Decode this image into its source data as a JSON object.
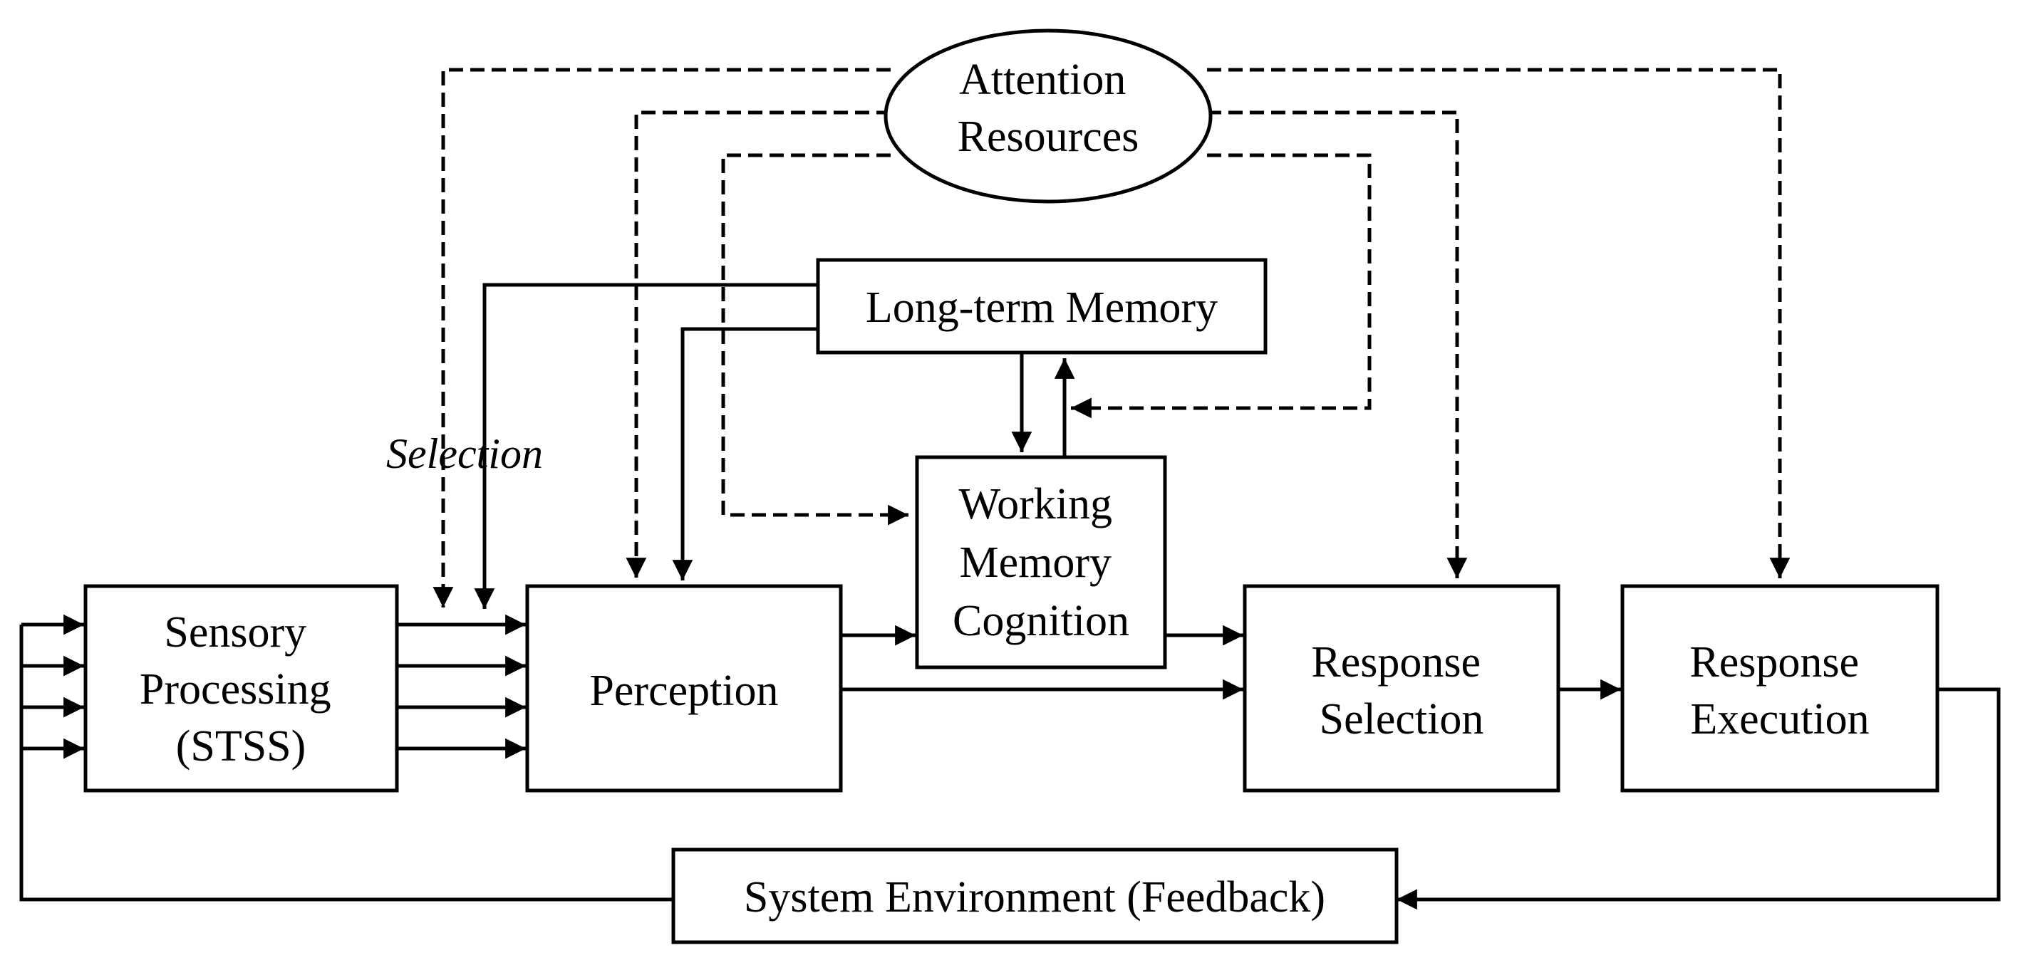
{
  "colors": {
    "ink": "#000000",
    "background": "#ffffff"
  },
  "nodes": {
    "attention": {
      "lines": [
        "Attention",
        "Resources"
      ]
    },
    "ltm": {
      "lines": [
        "Long-term Memory"
      ]
    },
    "working": {
      "lines": [
        "Working",
        "Memory",
        "Cognition"
      ]
    },
    "sensory": {
      "lines": [
        "Sensory",
        "Processing",
        "(STSS)"
      ]
    },
    "perception": {
      "lines": [
        "Perception"
      ]
    },
    "resp_sel": {
      "lines": [
        "Response",
        "Selection"
      ]
    },
    "resp_exec": {
      "lines": [
        "Response",
        "Execution"
      ]
    },
    "environment": {
      "lines": [
        "System Environment (Feedback)"
      ]
    }
  },
  "labels": {
    "selection": "Selection"
  }
}
